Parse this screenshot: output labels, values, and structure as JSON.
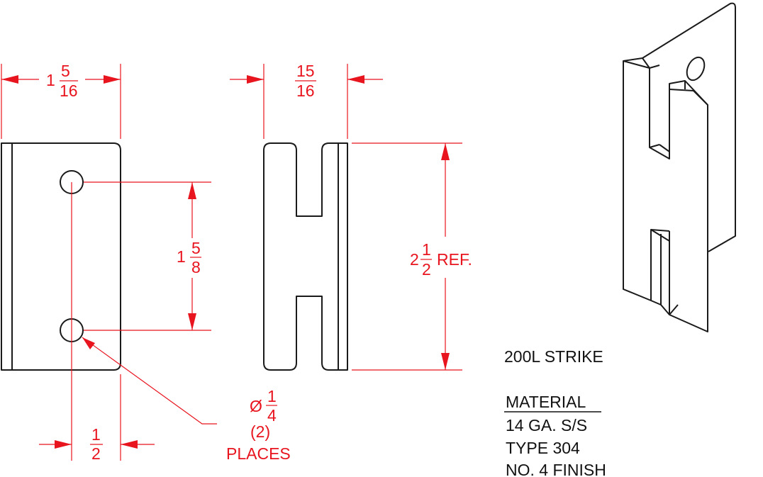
{
  "title": "200L STRIKE",
  "material": {
    "heading": "MATERIAL",
    "lines": [
      "14 GA. S/S",
      "TYPE 304",
      "NO. 4 FINISH"
    ]
  },
  "dimensions": {
    "width_whole": "1",
    "width_num": "5",
    "width_den": "16",
    "thick_num": "15",
    "thick_den": "16",
    "hole_spacing_whole": "1",
    "hole_spacing_num": "5",
    "hole_spacing_den": "8",
    "height_whole": "2",
    "height_num": "1",
    "height_den": "2",
    "height_suffix": "REF.",
    "hole_offset_num": "1",
    "hole_offset_den": "2",
    "hole_dia_symbol": "Ø",
    "hole_dia_num": "1",
    "hole_dia_den": "4",
    "hole_count": "(2)",
    "hole_places": "PLACES"
  },
  "colors": {
    "object_lines": "#1a1a1a",
    "dimension_lines": "#e8141e"
  }
}
